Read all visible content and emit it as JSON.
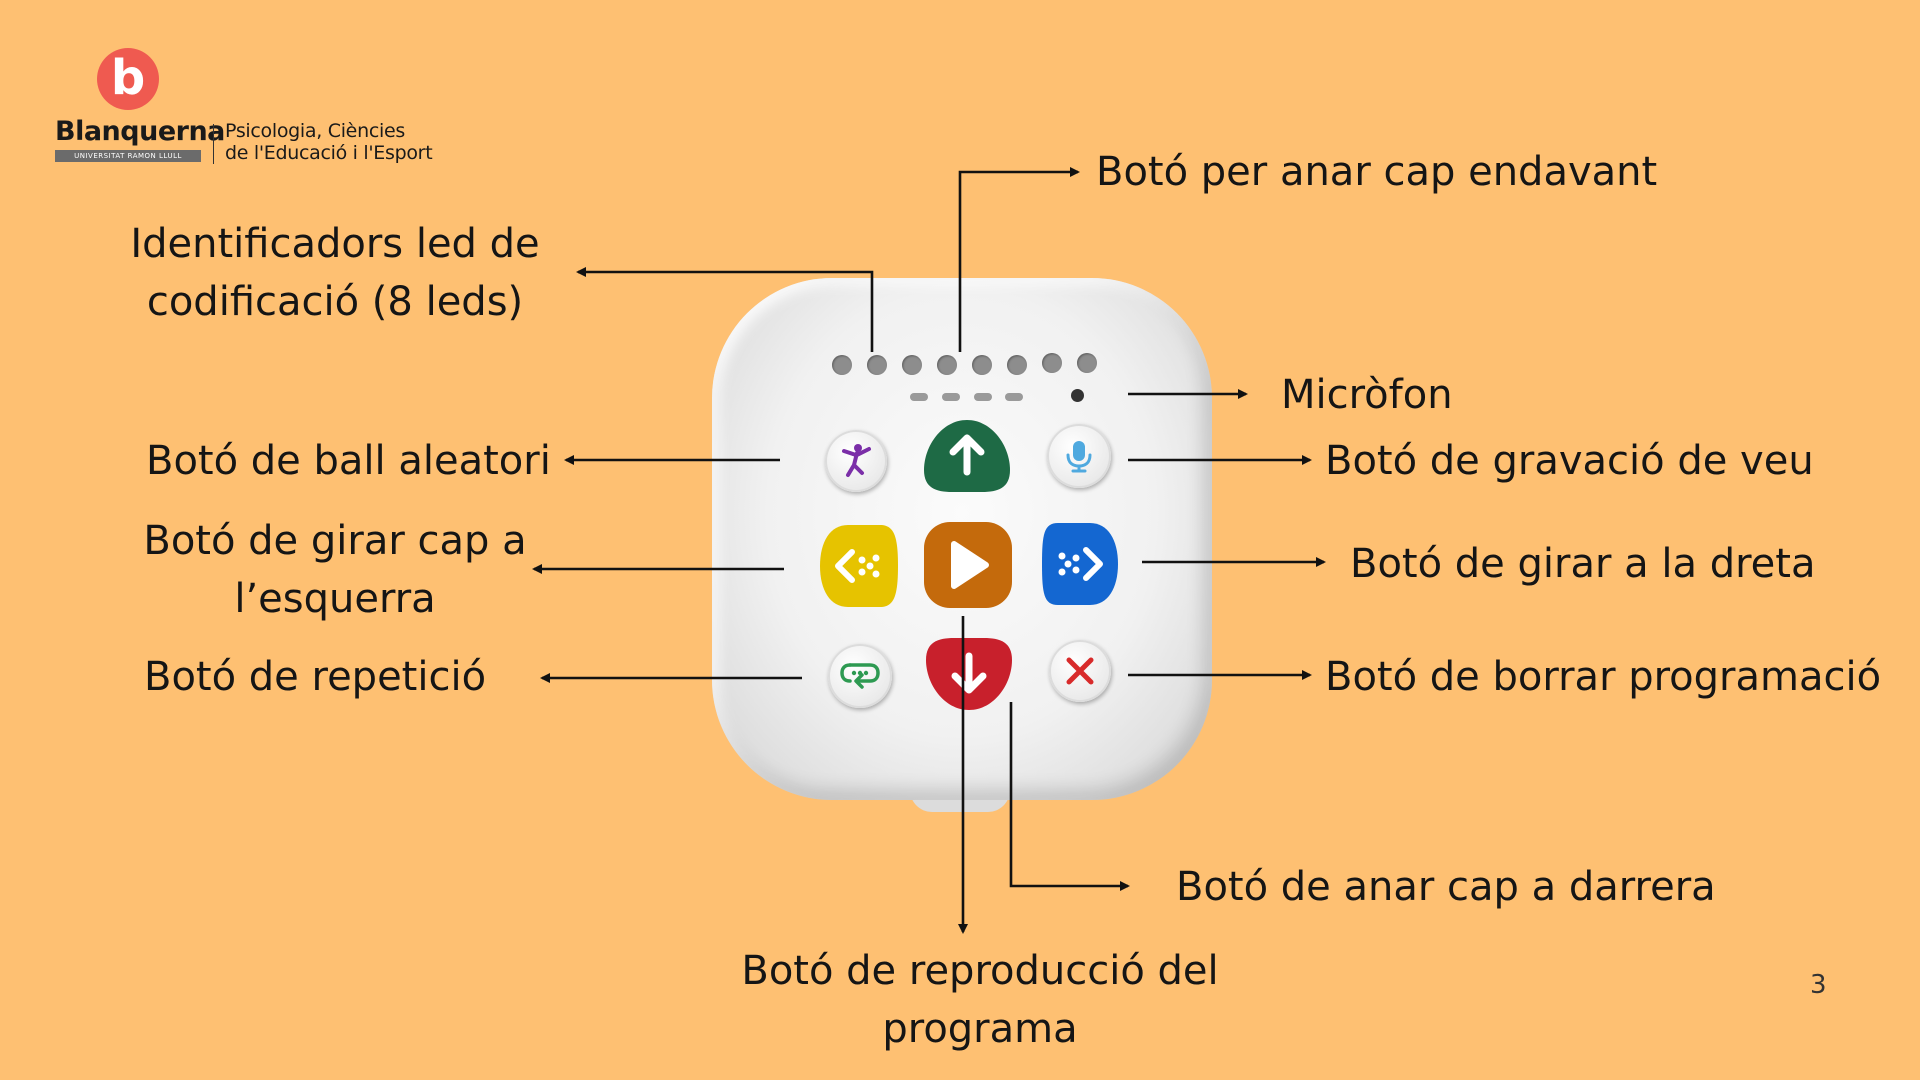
{
  "logo": {
    "mark": "b",
    "name": "Blanquerna",
    "subname": "UNIVERSITAT RAMON LLULL",
    "faculty_line1": "Psicologia, Ciències",
    "faculty_line2": "de l'Educació i l'Esport"
  },
  "labels": {
    "forward": "Botó per anar cap endavant",
    "leds_line1": "Identificadors led de",
    "leds_line2": "codificació (8 leds)",
    "microphone": "Micròfon",
    "random_dance": "Botó de ball aleatori",
    "voice_record": "Botó de gravació de veu",
    "turn_left_line1": "Botó de girar cap a",
    "turn_left_line2": "l’esquerra",
    "turn_right": "Botó de girar a la dreta",
    "repeat": "Botó de repetició",
    "clear_program": "Botó de borrar programació",
    "backward": "Botó de anar cap a darrera",
    "play_line1": "Botó de reproducció del",
    "play_line2": "programa"
  },
  "page_number": "3",
  "colors": {
    "background": "#FEC072",
    "forward_button": "#1E6A45",
    "turn_left_button": "#E6C300",
    "play_button": "#C46A0C",
    "turn_right_button": "#1467D1",
    "backward_button": "#C8202C",
    "dance_icon": "#7B2FA8",
    "mic_icon": "#4FA9DF",
    "repeat_icon": "#2E9A52",
    "clear_icon": "#D82B2B"
  },
  "icons": {
    "forward": "arrow-up-icon",
    "backward": "arrow-down-icon",
    "turn_left": "turn-left-icon",
    "turn_right": "turn-right-icon",
    "play": "play-icon",
    "dance": "dancer-icon",
    "mic": "microphone-icon",
    "repeat": "repeat-icon",
    "clear": "close-icon"
  }
}
